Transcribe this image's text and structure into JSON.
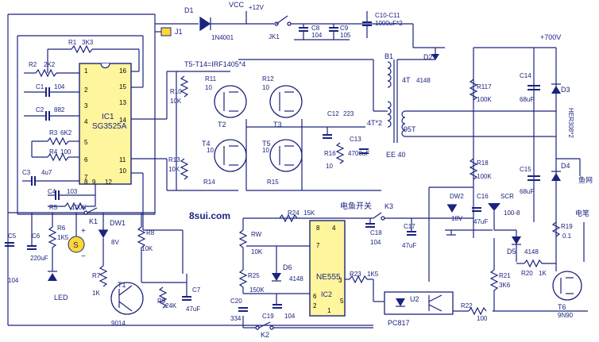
{
  "labels": {
    "D1": "D1",
    "D1_val": "1N4001",
    "VCC": "VCC",
    "V12": "+12V",
    "JK1": "JK1",
    "J1": "J1",
    "C8": "C8",
    "C8_val": "104",
    "C9": "C9",
    "C9_val": "105",
    "C10": "C10-C11",
    "C10_val": "1000uF*2",
    "D2": "D2",
    "D2_val": "4148",
    "V700": "+700V",
    "R1": "R1",
    "R1_val": "3K3",
    "R2": "R2",
    "R2_val": "2K2",
    "C1": "C1",
    "C1_val": "104",
    "C2": "C2",
    "C2_val": "882",
    "R3": "R3",
    "R3_val": "6K2",
    "R4": "R4",
    "R4_val": "100",
    "C3": "C3",
    "C3_val": "4u7",
    "C4": "C4",
    "C4_val": "103",
    "R5": "R5",
    "R5_val": "100K",
    "IC1": "IC1",
    "IC1_part": "SG3525A",
    "T_header": "T5-T14=IRF1405*4",
    "R11": "R11",
    "R11_val": "10",
    "R12": "R12",
    "R12_val": "10",
    "R10": "R10",
    "R10_val": "10K",
    "R13": "R13",
    "R13_val": "10K",
    "R14": "R14",
    "R14_val": "10",
    "R15": "R15",
    "R15_val": "10",
    "T2": "T2",
    "T3": "T3",
    "T4": "T4",
    "T5": "T5",
    "C12": "C12",
    "C12_val": "223",
    "R16": "R16",
    "R16_val": "10",
    "C13": "C13",
    "C13_val": "4700uF",
    "B1": "B1",
    "T4T": "4T",
    "T4T2": "4T*2",
    "T95T": "95T",
    "EE40": "EE 40",
    "R117": "R117",
    "R117_val": "100K",
    "R18": "R18",
    "R18_val": "100K",
    "C14": "C14",
    "C14_val": "68uF",
    "C15": "C15",
    "C15_val": "68uF",
    "D3": "D3",
    "D4": "D4",
    "HER": "HER308*2",
    "fish_net": "鱼网",
    "DW2": "DW2",
    "DW2_val": "18V",
    "C16": "C16",
    "C16_val": "47uF",
    "SCR": "SCR",
    "SCR_val": "100-8",
    "D5": "D5",
    "D5_val": "4148",
    "R19": "R19",
    "R19_val": "0.1",
    "R20": "R20",
    "R20_val": "1K",
    "R21": "R21",
    "R21_val": "3K6",
    "R22": "R22",
    "R22_val": "100",
    "T6": "T6",
    "T6_val": "9N90",
    "pen": "电笔",
    "site": "8sui.com",
    "fish_switch": "电鱼开关",
    "K3": "K3",
    "C18": "C18",
    "C18_val": "104",
    "C17": "C17",
    "C17_val": "47uF",
    "R24": "R24",
    "R24_val": "15K",
    "RW": "RW",
    "RW_val": "10K",
    "D6": "D6",
    "D6_val": "4148",
    "R25": "R25",
    "R25_val": "150K",
    "C20": "C20",
    "C20_val": "334",
    "C19": "C19",
    "C19_val": "104",
    "K2": "K2",
    "NE555": "NE555",
    "IC2": "IC2",
    "R23": "R23",
    "R23_val": "1K5",
    "U2": "U2",
    "PC817": "PC817",
    "C5": "C5",
    "C5_val": "104",
    "C6": "C6",
    "C6_val": "220uF",
    "R6": "R6",
    "R6_val": "1K5",
    "LED": "LED",
    "K1": "K1",
    "DW1": "DW1",
    "DW1_val": "8V",
    "R7": "R7",
    "R7_val": "1K",
    "T1": "T1",
    "T1_val": "9014",
    "R8": "R8",
    "R8_val": "10K",
    "R9": "R9",
    "R9_val": "24K",
    "C7": "C7",
    "C7_val": "47uF",
    "S": "S",
    "plus": "+",
    "minus": "−"
  },
  "ic1_pins": [
    "1",
    "2",
    "3",
    "4",
    "5",
    "6",
    "7",
    "8",
    "9",
    "10",
    "11",
    "12",
    "13",
    "14",
    "15",
    "16"
  ],
  "ic2_pins": [
    "8",
    "7",
    "6",
    "2",
    "4",
    "3",
    "1",
    "5"
  ]
}
